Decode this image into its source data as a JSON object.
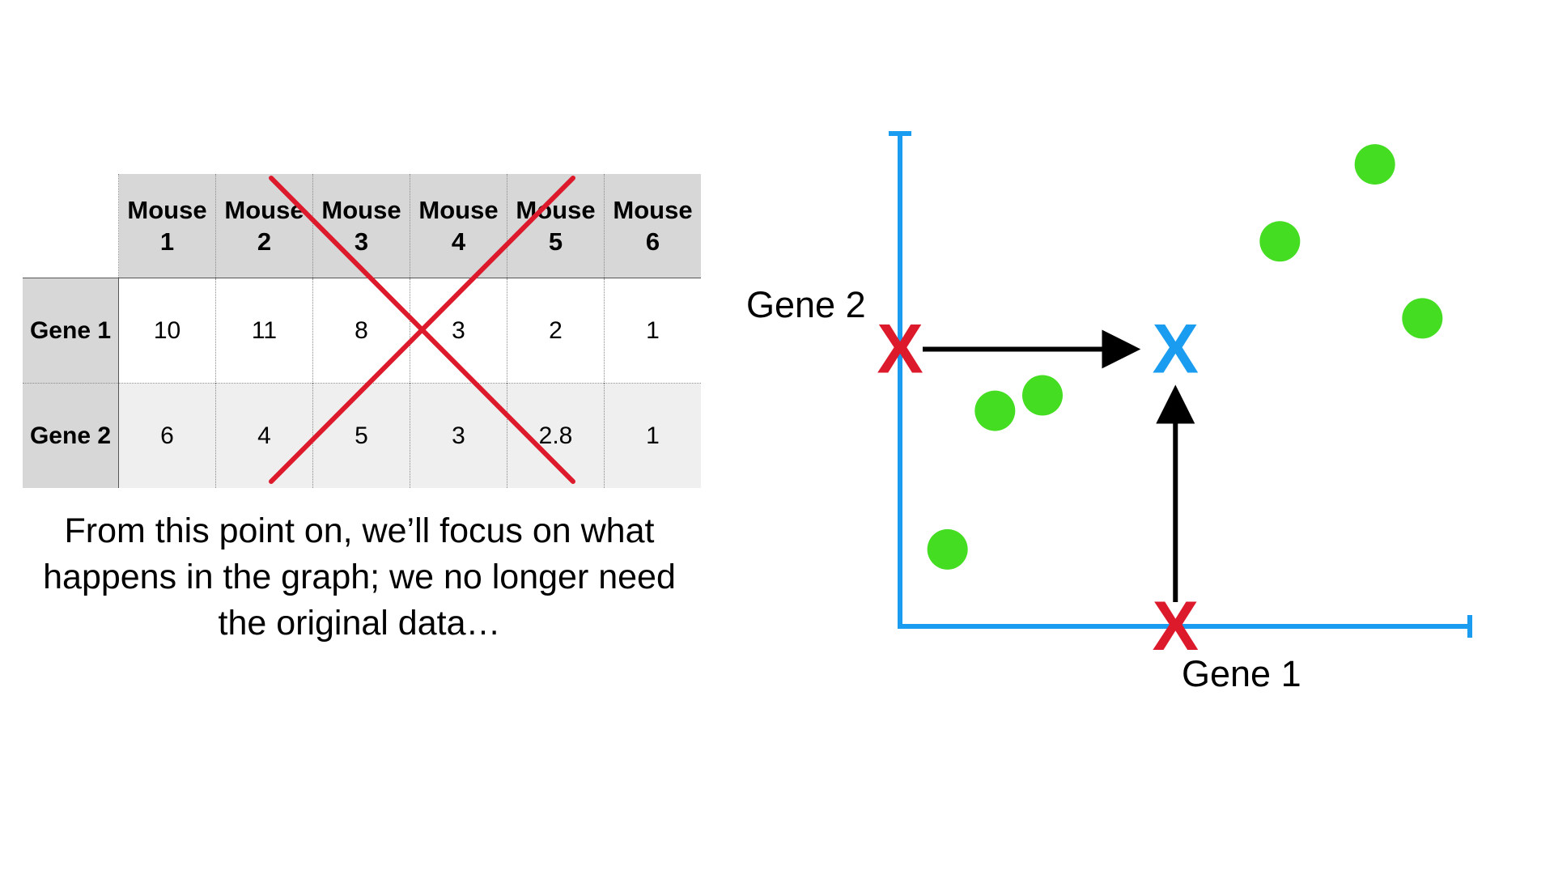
{
  "table": {
    "columns": [
      "Mouse\n1",
      "Mouse\n2",
      "Mouse\n3",
      "Mouse\n4",
      "Mouse\n5",
      "Mouse\n6"
    ],
    "rows": [
      {
        "label": "Gene 1",
        "values": [
          "10",
          "11",
          "8",
          "3",
          "2",
          "1"
        ]
      },
      {
        "label": "Gene 2",
        "values": [
          "6",
          "4",
          "5",
          "3",
          "2.8",
          "1"
        ]
      }
    ]
  },
  "caption": "From this point on, we’ll focus on what happens in the graph; we no longer need the original data…",
  "colors": {
    "axis": "#1a9cf0",
    "point": "#44dd22",
    "cross_out": "#dd1a2b",
    "center_mark": "#1a9cf0",
    "arrow": "#000000"
  },
  "chart_data": {
    "type": "scatter",
    "xlabel": "Gene 1",
    "ylabel": "Gene 2",
    "grid": false,
    "xlim": [
      0,
      12
    ],
    "ylim": [
      0,
      6.4
    ],
    "points": [
      {
        "x": 10,
        "y": 6
      },
      {
        "x": 11,
        "y": 4
      },
      {
        "x": 8,
        "y": 5
      },
      {
        "x": 3,
        "y": 3
      },
      {
        "x": 2,
        "y": 2.8
      },
      {
        "x": 1,
        "y": 1
      }
    ],
    "mean": {
      "x": 5.8,
      "y": 3.6,
      "label": "X"
    },
    "axis_marks": [
      {
        "axis": "x",
        "value": 5.8,
        "label": "X"
      },
      {
        "axis": "y",
        "value": 3.6,
        "label": "X"
      }
    ]
  }
}
